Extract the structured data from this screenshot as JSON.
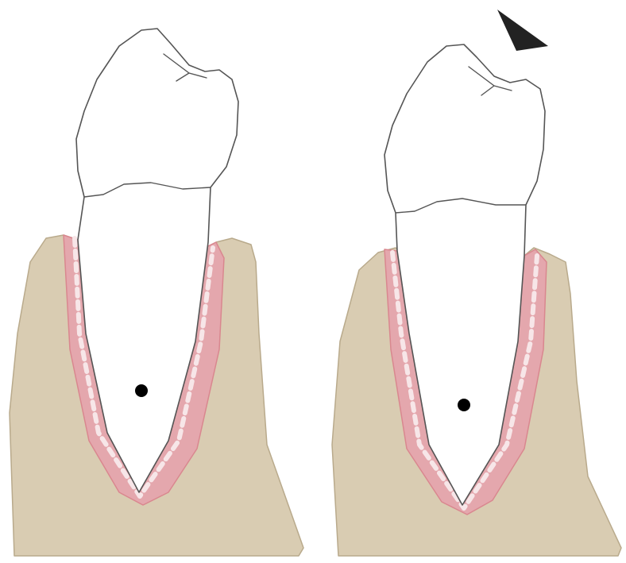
{
  "colors": {
    "background": "#ffffff",
    "bone": "#d9ccb2",
    "bone_outline": "#b9aa8c",
    "ligament": "#e4a7ad",
    "ligament_dark": "#d9878f",
    "ligament_dash": "#f7e6e8",
    "tooth": "#ffffff",
    "tooth_outline": "#555555",
    "center_dot": "#000000",
    "force_arrow": "#222222"
  },
  "panels": [
    {
      "id": "resting",
      "center_dot": "center-of-rotation",
      "force_arrow": false
    },
    {
      "id": "loaded",
      "center_dot": "center-of-rotation",
      "force_arrow": true
    }
  ],
  "icons": {
    "force_arrow": "force-arrow-icon",
    "center_dot": "center-of-rotation-dot"
  }
}
